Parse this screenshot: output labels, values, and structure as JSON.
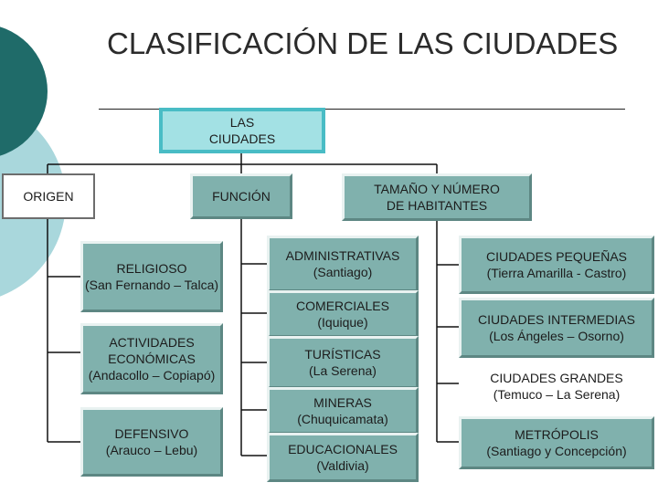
{
  "title": "CLASIFICACIÓN DE LAS CIUDADES",
  "root": {
    "label": "LAS\nCIUDADES"
  },
  "categories": {
    "origen": {
      "label": "ORIGEN"
    },
    "funcion": {
      "label": "FUNCIÓN"
    },
    "tamano": {
      "label": "TAMAÑO Y NÚMERO\nDE HABITANTES"
    }
  },
  "origen_items": [
    {
      "label": "RELIGIOSO\n(San Fernando – Talca)"
    },
    {
      "label": "ACTIVIDADES\nECONÓMICAS\n(Andacollo – Copiapó)"
    },
    {
      "label": "DEFENSIVO\n(Arauco – Lebu)"
    }
  ],
  "funcion_items": [
    {
      "label": "ADMINISTRATIVAS\n(Santiago)"
    },
    {
      "label": "COMERCIALES\n(Iquique)"
    },
    {
      "label": "TURÍSTICAS\n(La Serena)"
    },
    {
      "label": "MINERAS\n(Chuquicamata)"
    },
    {
      "label": "EDUCACIONALES\n(Valdivia)"
    }
  ],
  "tamano_items": [
    {
      "label": "CIUDADES PEQUEÑAS\n(Tierra Amarilla - Castro)"
    },
    {
      "label": "CIUDADES INTERMEDIAS\n(Los Ángeles – Osorno)"
    },
    {
      "label": "CIUDADES GRANDES\n(Temuco – La Serena)"
    },
    {
      "label": "METRÓPOLIS\n(Santiago y Concepción)"
    }
  ],
  "colors": {
    "box_fill": "#80b1ad",
    "root_fill": "#a3e1e4",
    "root_border": "#49bcc5",
    "deco_dark": "#1f6b69",
    "deco_light": "#a9d7dc"
  }
}
